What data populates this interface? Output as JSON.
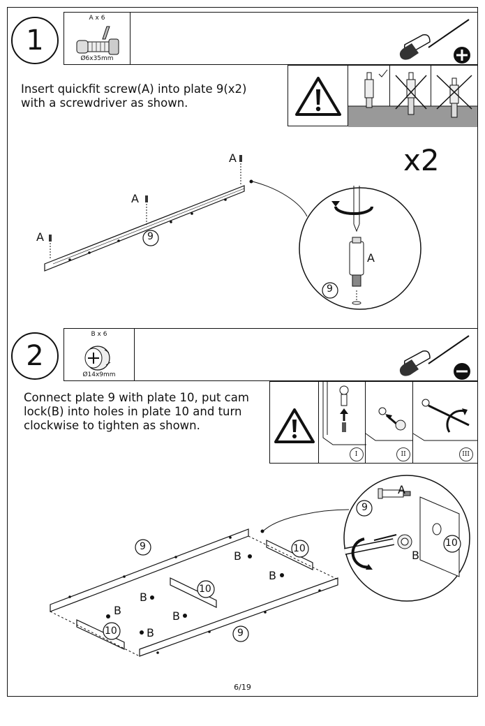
{
  "page_number": "6/19",
  "step1": {
    "number": "1",
    "part_qty": "A x 6",
    "part_size": "Ø6x35mm",
    "instruction": "Insert quickfit screw(A) into plate 9(x2)\nwith a screwdriver as shown.",
    "multiplier": "x2",
    "plate_label": "9",
    "screw_label": "A",
    "zoom_screw_label": "A",
    "zoom_plate_label": "9",
    "tool_icon": "phillips-screwdriver-icon"
  },
  "step2": {
    "number": "2",
    "part_qty": "B x 6",
    "part_size": "Ø14x9mm",
    "instruction": "Connect plate 9 with plate 10, put cam\nlock(B) into holes in plate 10 and turn\nclockwise to tighten as shown.",
    "sub_steps": [
      "I",
      "II",
      "III"
    ],
    "plate9_label": "9",
    "plate10_label": "10",
    "cam_label": "B",
    "screw_label": "A",
    "tool_icon": "flathead-screwdriver-icon"
  }
}
